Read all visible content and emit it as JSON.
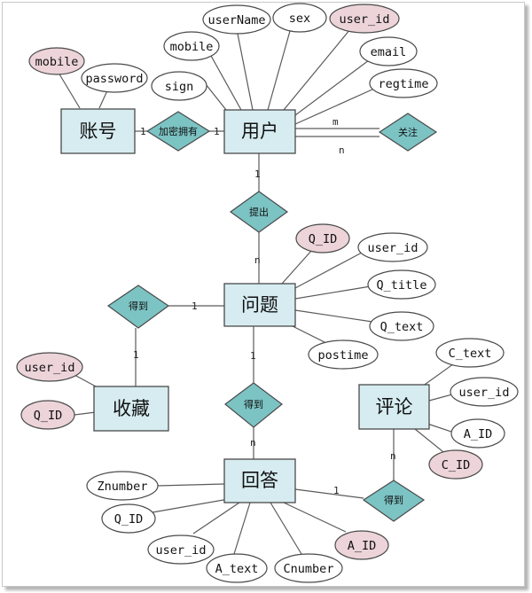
{
  "entities": {
    "account": "账号",
    "user": "用户",
    "question": "问题",
    "favorite": "收藏",
    "comment": "评论",
    "answer": "回答"
  },
  "relationships": {
    "own": "加密拥有",
    "follow": "关注",
    "ask": "提出",
    "get_fav": "得到",
    "get_answer": "得到",
    "get_comment": "得到"
  },
  "attributes": {
    "account_mobile": "mobile",
    "account_password": "password",
    "user_mobile": "mobile",
    "user_name": "userName",
    "user_sex": "sex",
    "user_id": "user_id",
    "user_email": "email",
    "user_regtime": "regtime",
    "user_sign": "sign",
    "q_id": "Q_ID",
    "q_user_id": "user_id",
    "q_title": "Q_title",
    "q_text": "Q_text",
    "q_postime": "postime",
    "fav_user_id": "user_id",
    "fav_q_id": "Q_ID",
    "c_text": "C_text",
    "c_user_id": "user_id",
    "c_a_id": "A_ID",
    "c_id": "C_ID",
    "a_znumber": "Znumber",
    "a_q_id": "Q_ID",
    "a_user_id": "user_id",
    "a_text": "A_text",
    "a_cnumber": "Cnumber",
    "a_id": "A_ID"
  },
  "cardinalities": {
    "own_account": "1",
    "own_user": "1",
    "follow_m": "m",
    "follow_n": "n",
    "ask_user": "1",
    "ask_question": "n",
    "fav_question": "1",
    "fav_favorite": "1",
    "ans_question": "1",
    "ans_answer": "n",
    "com_answer": "1",
    "com_comment": "n"
  },
  "colors": {
    "entity_fill": "#d6ecf0",
    "relationship_fill": "#7cc3c4",
    "key_attribute_fill": "#ecd4d9",
    "attribute_fill": "#ffffff"
  }
}
